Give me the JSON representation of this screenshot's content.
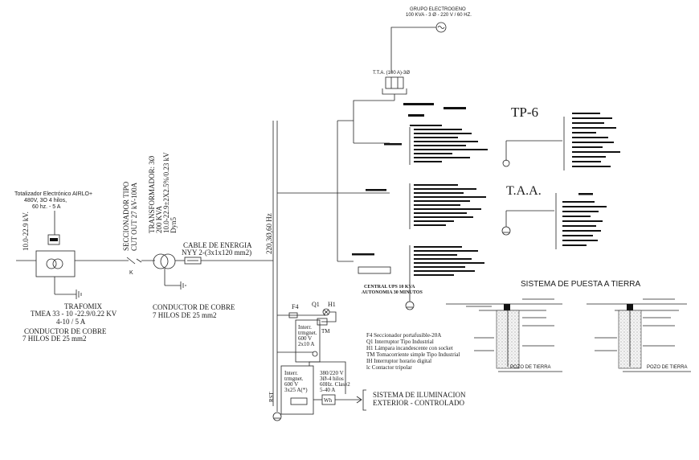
{
  "generator": {
    "title": "GRUPO ELECTROGENO",
    "rating": "100 KVA - 3 Ø - 220 V / 60 HZ."
  },
  "tta_top": "T.T.A. (100 A)-3Ø",
  "meter": {
    "lines": [
      "Totalizador Electrónico AIRLO+",
      "480V, 3O 4 hilos,",
      "60 hz. - 5 A"
    ]
  },
  "supply_voltage": "10.0-22.9 kV.",
  "trafomix": {
    "name": "TRAFOMIX",
    "spec": "TMEA 33 - 10 -22.9/0.22 KV",
    "ratio": "4-10 / 5 A"
  },
  "conductor_left": [
    "CONDUCTOR DE COBRE",
    "7 HILOS DE 25 mm2"
  ],
  "disconnector": [
    "SECCIONADOR TIPO",
    "CUT OUT 27 kV-100A"
  ],
  "k_label": "K",
  "transformer": [
    "TRANSFORMADOR: 3Ø",
    "200 KVA",
    "10.0-22.9±2X2.5%/0.23 kV",
    "Dyn5"
  ],
  "cable": [
    "CABLE DE ENERGIA",
    "NYY 2-(3x1x120 mm2)"
  ],
  "conductor_mid": [
    "CONDUCTOR DE COBRE",
    "7 HILOS DE 25 mm2"
  ],
  "bus_voltage": "220,3Ø,60 Hz",
  "tp6": "TP-6",
  "taa": "T.A.A.",
  "ups": [
    "CENTRAL UPS 10 KVA",
    "AUTONOMIA 30 MINUTOS"
  ],
  "control": {
    "f4": "F4",
    "q1": "Q1",
    "h1": "H1",
    "tm": "TM",
    "breaker1": [
      "Interr.",
      "trmgnet.",
      "600 V",
      "2x10 A"
    ],
    "breaker2": [
      "Interr.",
      "trmgnet.",
      "600 V",
      "3x25 A(*)"
    ],
    "contactor": [
      "380/220 V",
      "3Ø-4 hilos",
      "60Hz. Clase2",
      "5-40 A"
    ],
    "wh": "Wh",
    "rst": "RST"
  },
  "legend": [
    "F4 Seccionador portafusible-20A",
    "Q1 Interruptor Tipo Industrial",
    "H1 Lámpara incandescente con socket",
    "TM Tomacorriente simple Tipo Industrial",
    "IH Interruptor horario digital",
    "lc Contactor tripolar"
  ],
  "lighting": [
    "SISTEMA DE ILUMINACION",
    "EXTERIOR - CONTROLADO"
  ],
  "grounding": {
    "title": "SISTEMA DE PUESTA A TIERRA",
    "pit1": "POZO DE TIERRA",
    "pit2": "POZO DE TIERRA"
  }
}
